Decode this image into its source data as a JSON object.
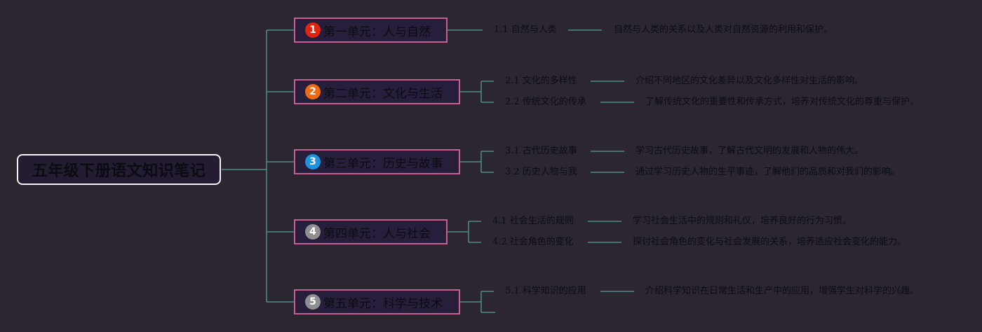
{
  "root": {
    "title": "五年级下册语文知识笔记"
  },
  "colors": {
    "background": "#2b2630",
    "connector": "#4f8c88",
    "unit_border": "#c85e93",
    "root_border": "#f2f2f2"
  },
  "units": [
    {
      "number": "1",
      "badge_color": "#e02412",
      "label": "第一单元：人与自然",
      "topics": [
        {
          "title": "1.1 自然与人类",
          "desc": "自然与人类的关系以及人类对自然资源的利用和保护。"
        }
      ]
    },
    {
      "number": "2",
      "badge_color": "#ef6a12",
      "label": "第二单元：文化与生活",
      "topics": [
        {
          "title": "2.1 文化的多样性",
          "desc": "介绍不同地区的文化差异以及文化多样性对生活的影响。"
        },
        {
          "title": "2.2 传统文化的传承",
          "desc": "了解传统文化的重要性和传承方式，培养对传统文化的尊重与保护。"
        }
      ]
    },
    {
      "number": "3",
      "badge_color": "#1e93de",
      "label": "第三单元：历史与故事",
      "topics": [
        {
          "title": "3.1 古代历史故事",
          "desc": "学习古代历史故事，了解古代文明的发展和人物的伟大。"
        },
        {
          "title": "3.2 历史人物与我",
          "desc": "通过学习历史人物的生平事迹，了解他们的品质和对我们的影响。"
        }
      ]
    },
    {
      "number": "4",
      "badge_color": "#8f8f92",
      "label": "第四单元：人与社会",
      "topics": [
        {
          "title": "4.1 社会生活的规则",
          "desc": "学习社会生活中的规则和礼仪，培养良好的行为习惯。"
        },
        {
          "title": "4.2 社会角色的变化",
          "desc": "探讨社会角色的变化与社会发展的关系，培养适应社会变化的能力。"
        }
      ]
    },
    {
      "number": "5",
      "badge_color": "#8f8f92",
      "label": "第五单元：科学与技术",
      "topics": [
        {
          "title": "5.1 科学知识的应用",
          "desc": "介绍科学知识在日常生活和生产中的应用，增强学生对科学的兴趣。"
        },
        {
          "title": "",
          "desc": ""
        }
      ]
    }
  ]
}
